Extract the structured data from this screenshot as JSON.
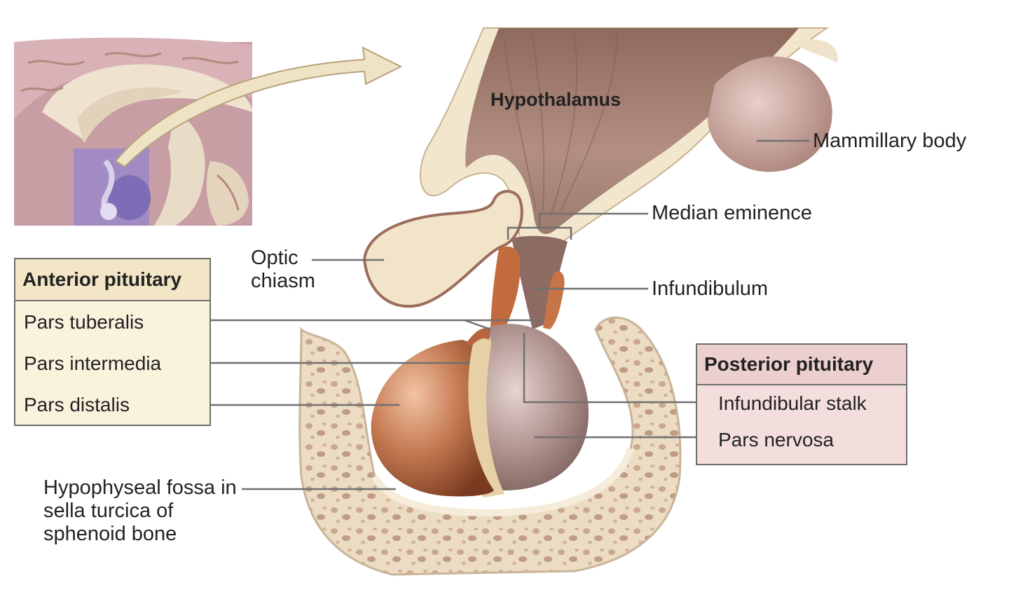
{
  "labels": {
    "hypothalamus": "Hypothalamus",
    "mammillary_body": "Mammillary body",
    "median_eminence": "Median eminence",
    "optic_chiasm": "Optic chiasm",
    "infundibulum": "Infundibulum",
    "hypophyseal_fossa": "Hypophyseal fossa in sella turcica of sphenoid bone"
  },
  "anterior_pituitary": {
    "title": "Anterior pituitary",
    "items": [
      "Pars tuberalis",
      "Pars intermedia",
      "Pars distalis"
    ]
  },
  "posterior_pituitary": {
    "title": "Posterior pituitary",
    "items": [
      "Infundibular stalk",
      "Pars nervosa"
    ]
  },
  "colors": {
    "hypothalamus": "#9a7567",
    "bone": "#efe4cc",
    "anterior_lobe": "#b5663f",
    "posterior_lobe": "#a58a86",
    "inset_brain": "#c49aa0",
    "inset_highlight": "#9a85c9",
    "anterior_box": "#fbf2dc",
    "posterior_box": "#f4dedd"
  }
}
